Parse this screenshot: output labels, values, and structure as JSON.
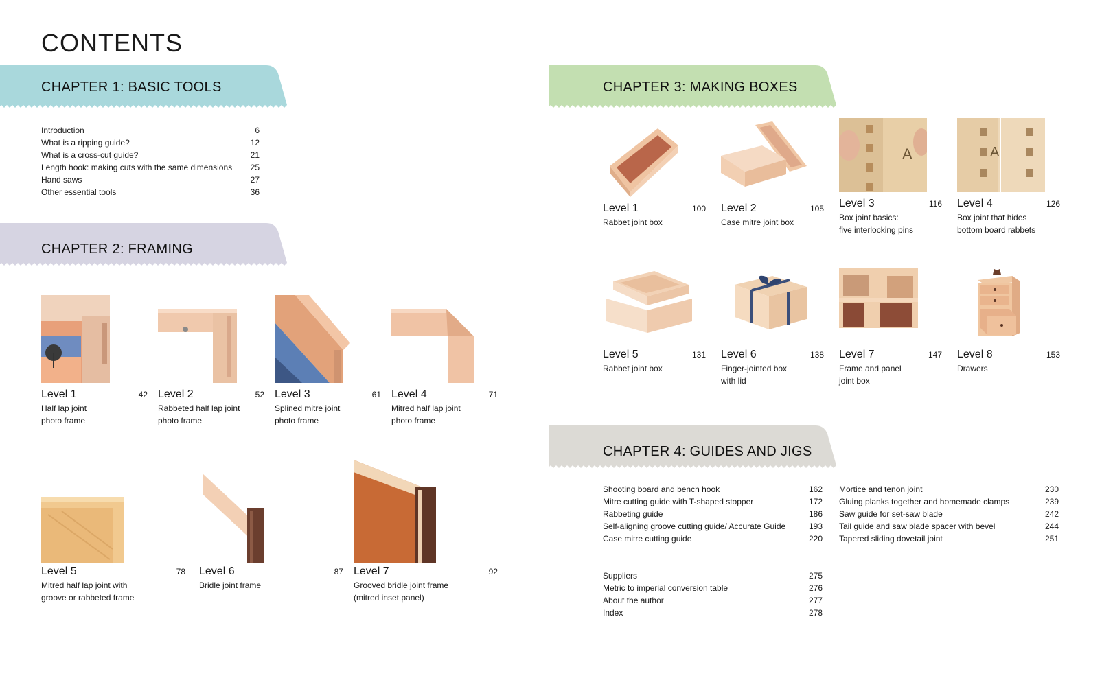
{
  "page_title": "CONTENTS",
  "colors": {
    "ch1": "#a9d8dc",
    "ch2": "#d6d4e2",
    "ch3": "#c3dfb1",
    "ch4": "#dcdad5"
  },
  "chapter1": {
    "title": "CHAPTER 1: BASIC TOOLS",
    "entries": [
      {
        "label": "Introduction",
        "page": "6"
      },
      {
        "label": "What is a ripping guide?",
        "page": "12"
      },
      {
        "label": "What is a cross-cut guide?",
        "page": "21"
      },
      {
        "label": "Length hook: making cuts with the same dimensions",
        "page": "25"
      },
      {
        "label": "Hand saws",
        "page": "27"
      },
      {
        "label": "Other essential tools",
        "page": "36"
      }
    ]
  },
  "chapter2": {
    "title": "CHAPTER 2: FRAMING",
    "items": [
      {
        "level": "Level 1",
        "page": "42",
        "desc": "Half lap joint\nphoto frame"
      },
      {
        "level": "Level 2",
        "page": "52",
        "desc": "Rabbeted half lap joint\nphoto frame"
      },
      {
        "level": "Level 3",
        "page": "61",
        "desc": "Splined mitre joint\nphoto frame"
      },
      {
        "level": "Level 4",
        "page": "71",
        "desc": "Mitred half lap joint\nphoto frame"
      },
      {
        "level": "Level 5",
        "page": "78",
        "desc": "Mitred half lap joint with\ngroove or rabbeted frame"
      },
      {
        "level": "Level 6",
        "page": "87",
        "desc": "Bridle joint frame"
      },
      {
        "level": "Level 7",
        "page": "92",
        "desc": "Grooved bridle joint frame\n(mitred inset panel)"
      }
    ]
  },
  "chapter3": {
    "title": "CHAPTER 3: MAKING BOXES",
    "items": [
      {
        "level": "Level 1",
        "page": "100",
        "desc": "Rabbet joint box"
      },
      {
        "level": "Level 2",
        "page": "105",
        "desc": "Case mitre joint box"
      },
      {
        "level": "Level 3",
        "page": "116",
        "desc": "Box joint basics:\nfive interlocking pins"
      },
      {
        "level": "Level 4",
        "page": "126",
        "desc": "Box joint that hides\nbottom board rabbets"
      },
      {
        "level": "Level 5",
        "page": "131",
        "desc": "Rabbet joint box"
      },
      {
        "level": "Level 6",
        "page": "138",
        "desc": "Finger-jointed box\nwith lid"
      },
      {
        "level": "Level 7",
        "page": "147",
        "desc": "Frame and panel\njoint box"
      },
      {
        "level": "Level 8",
        "page": "153",
        "desc": "Drawers"
      }
    ]
  },
  "chapter4": {
    "title": "CHAPTER 4: GUIDES AND JIGS",
    "left": [
      {
        "label": "Shooting board and bench hook",
        "page": "162"
      },
      {
        "label": "Mitre cutting guide with T-shaped stopper",
        "page": "172"
      },
      {
        "label": "Rabbeting guide",
        "page": "186"
      },
      {
        "label": "Self-aligning groove cutting guide/ Accurate Guide",
        "page": "193"
      },
      {
        "label": "Case mitre cutting guide",
        "page": "220"
      }
    ],
    "right": [
      {
        "label": "Mortice and tenon joint",
        "page": "230"
      },
      {
        "label": "Gluing planks together and homemade clamps",
        "page": "239"
      },
      {
        "label": "Saw guide for set-saw blade",
        "page": "242"
      },
      {
        "label": "Tail guide and saw blade spacer with bevel",
        "page": "244"
      },
      {
        "label": "Tapered sliding dovetail joint",
        "page": "251"
      }
    ],
    "appendix": [
      {
        "label": "Suppliers",
        "page": "275"
      },
      {
        "label": "Metric to imperial conversion table",
        "page": "276"
      },
      {
        "label": "About the author",
        "page": "277"
      },
      {
        "label": "Index",
        "page": "278"
      }
    ]
  }
}
